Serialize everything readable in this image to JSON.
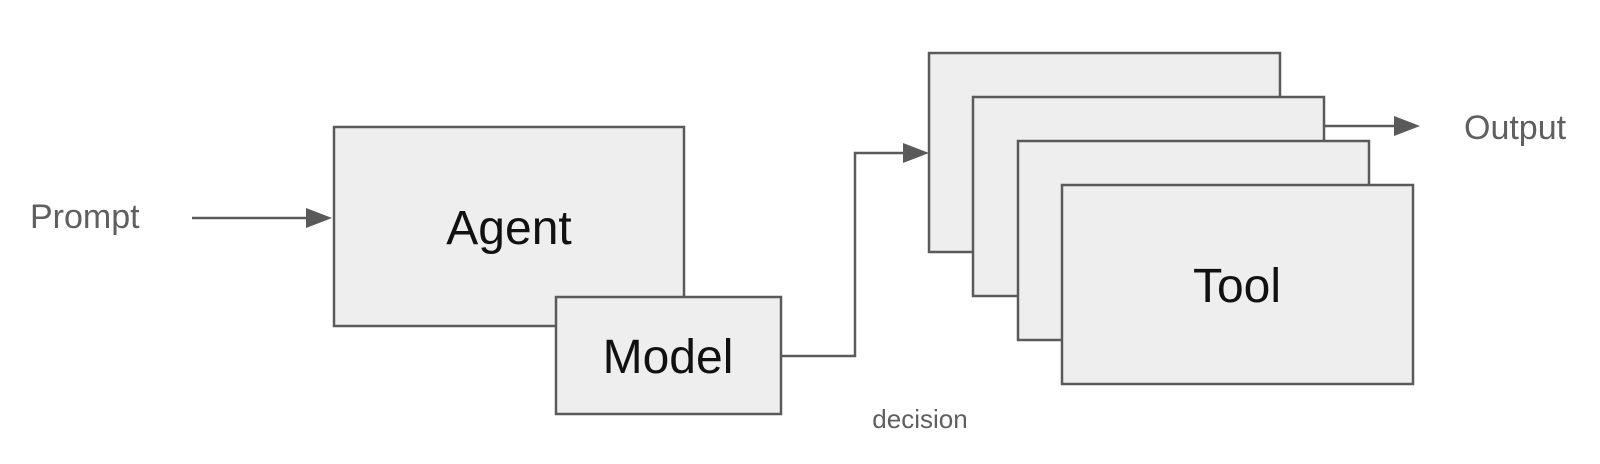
{
  "diagram": {
    "input_label": "Prompt",
    "agent_label": "Agent",
    "model_label": "Model",
    "edge_label": "decision",
    "tool_label": "Tool",
    "output_label": "Output"
  },
  "colors": {
    "box_fill": "#eeeeee",
    "stroke": "#5a5a5a",
    "text_dark": "#111111",
    "text_grey": "#5f5f5f"
  }
}
